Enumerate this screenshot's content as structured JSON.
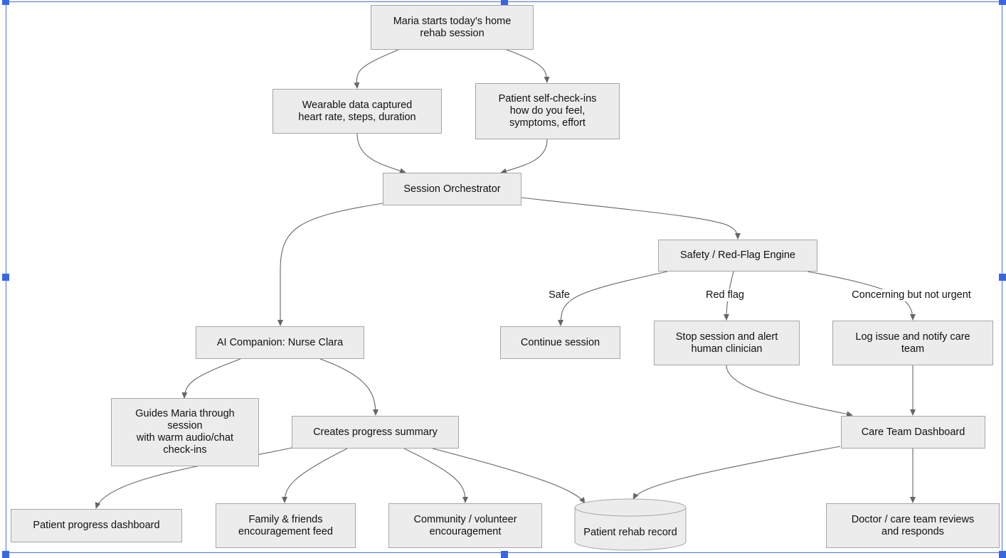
{
  "diagram": {
    "nodes": {
      "start": "Maria starts today's home\nrehab session",
      "wearable": "Wearable data captured\nheart rate, steps, duration",
      "selfcheck": "Patient self-check-ins\nhow do you feel,\nsymptoms, effort",
      "orchestrator": "Session Orchestrator",
      "safety": "Safety / Red-Flag Engine",
      "companion": "AI Companion: Nurse Clara",
      "continue": "Continue session",
      "stop": "Stop session and alert\nhuman clinician",
      "log": "Log issue and notify care\nteam",
      "guides": "Guides Maria through\nsession\nwith warm audio/chat\ncheck-ins",
      "summary": "Creates progress summary",
      "dashboard": "Care Team Dashboard",
      "patient_dash": "Patient progress dashboard",
      "family": "Family & friends\nencouragement feed",
      "community": "Community / volunteer\nencouragement",
      "record": "Patient rehab record",
      "doctor": "Doctor / care team reviews\nand responds"
    },
    "edge_labels": {
      "safe": "Safe",
      "red_flag": "Red flag",
      "concerning": "Concerning but not urgent"
    },
    "colors": {
      "node_fill": "#ececec",
      "node_border": "#a6a6a6",
      "edge": "#666666",
      "selection": "#3a66e0"
    }
  }
}
